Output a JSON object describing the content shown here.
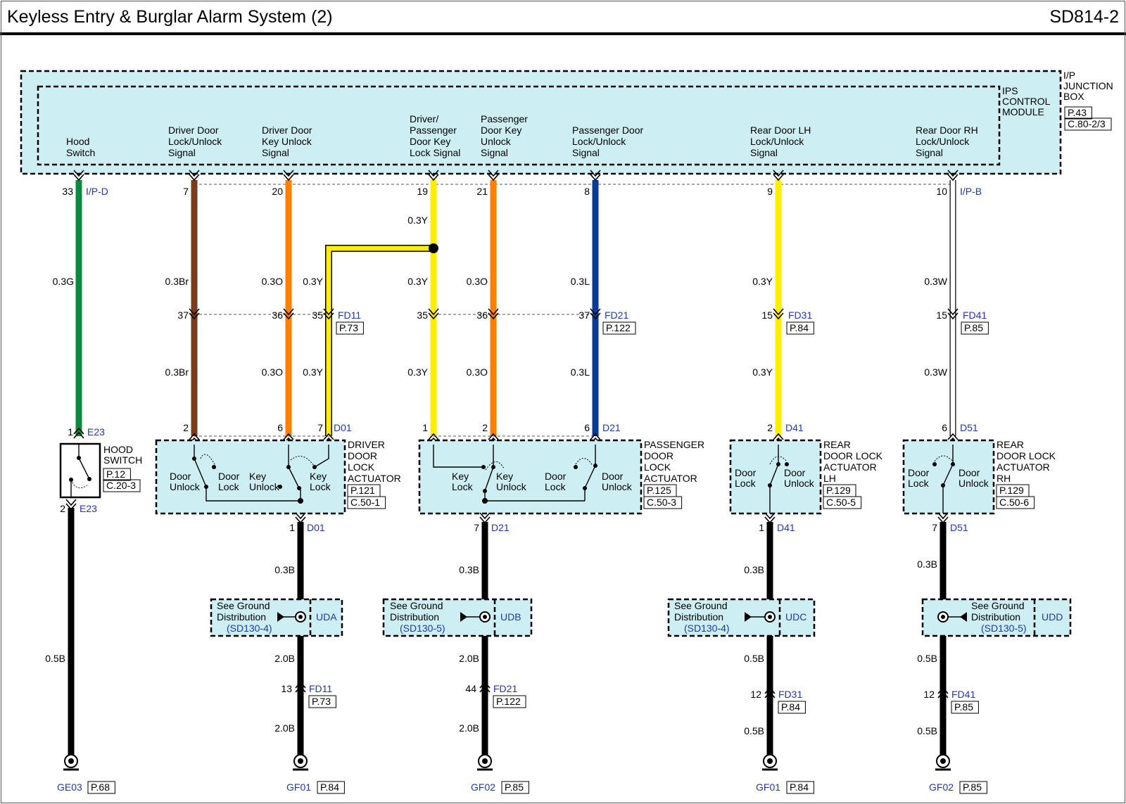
{
  "header": {
    "title": "Keyless Entry & Burglar Alarm System (2)",
    "code": "SD814-2"
  },
  "junction_box": {
    "lines": [
      "I/P",
      "JUNCTION",
      "BOX"
    ],
    "page": "P.43",
    "conn": "C.80-2/3"
  },
  "ips": {
    "lines": [
      "IPS",
      "CONTROL",
      "MODULE"
    ]
  },
  "signals": [
    {
      "id": "hood",
      "lines": [
        "Hood",
        "Switch"
      ]
    },
    {
      "id": "drv-lock",
      "lines": [
        "Driver Door",
        "Lock/Unlock",
        "Signal"
      ]
    },
    {
      "id": "drv-key",
      "lines": [
        "Driver Door",
        "Key Unlock",
        "Signal"
      ]
    },
    {
      "id": "dp-key-lock",
      "lines": [
        "Driver/",
        "Passenger",
        "Door Key",
        "Lock Signal"
      ]
    },
    {
      "id": "pass-key",
      "lines": [
        "Passenger",
        "Door Key",
        "Unlock",
        "Signal"
      ]
    },
    {
      "id": "pass-lock",
      "lines": [
        "Passenger Door",
        "Lock/Unlock",
        "Signal"
      ]
    },
    {
      "id": "rl-lock",
      "lines": [
        "Rear Door LH",
        "Lock/Unlock",
        "Signal"
      ]
    },
    {
      "id": "rr-lock",
      "lines": [
        "Rear Door RH",
        "Lock/Unlock",
        "Signal"
      ]
    }
  ],
  "pins": {
    "top": [
      "33",
      "7",
      "20",
      "19",
      "21",
      "8",
      "9",
      "10"
    ],
    "top_conn": [
      "I/P-D",
      "I/P-B"
    ],
    "mid": [
      "37",
      "36",
      "35",
      "35",
      "36",
      "37",
      "15",
      "15"
    ],
    "mid_conn": [
      {
        "name": "FD11",
        "page": "P.73"
      },
      {
        "name": "FD21",
        "page": "P.122"
      },
      {
        "name": "FD31",
        "page": "P.84"
      },
      {
        "name": "FD41",
        "page": "P.85"
      }
    ],
    "act": [
      "1",
      "2",
      "6",
      "7",
      "1",
      "2",
      "6",
      "2",
      "6"
    ]
  },
  "wires": {
    "upper": [
      "0.3G",
      "0.3Br",
      "0.3O",
      "0.3Y",
      "0.3Y",
      "0.3Y",
      "0.3O",
      "0.3L",
      "0.3Y",
      "0.3W"
    ],
    "lower": [
      "0.3Br",
      "0.3O",
      "0.3Y",
      "0.3Y",
      "0.3O",
      "0.3L",
      "0.3Y",
      "0.3W"
    ]
  },
  "colors": {
    "green": "#0a8a3c",
    "brown": "#7a3c1e",
    "orange": "#ff7f00",
    "yellow": "#ffee00",
    "blue": "#0a3a9a",
    "white": "#ffffff",
    "black": "#000000",
    "module_fill": "#cdeef2",
    "link_blue": "#1f37b4"
  },
  "hood_switch": {
    "lines": [
      "HOOD",
      "SWITCH"
    ],
    "conn": "E23",
    "pin_top": "1",
    "pin_bottom": "2",
    "page": "P.12",
    "conn_no": "C.20-3"
  },
  "actuators": [
    {
      "id": "driver",
      "lines": [
        "DRIVER",
        "DOOR",
        "LOCK",
        "ACTUATOR"
      ],
      "page": "P.121",
      "conn_no": "C.50-1",
      "conn_top": "D01",
      "conn_bottom": "D01",
      "pin_bottom": "1",
      "contacts": [
        [
          "Door",
          "Unlock"
        ],
        [
          "Door",
          "Lock"
        ],
        [
          "Key",
          "Unlock"
        ],
        [
          "Key",
          "Lock"
        ]
      ]
    },
    {
      "id": "passenger",
      "lines": [
        "PASSENGER",
        "DOOR",
        "LOCK",
        "ACTUATOR"
      ],
      "page": "P.125",
      "conn_no": "C.50-3",
      "conn_top": "D21",
      "conn_bottom": "D21",
      "pin_bottom": "7",
      "contacts": [
        [
          "Key",
          "Lock"
        ],
        [
          "Key",
          "Unlock"
        ],
        [
          "Door",
          "Lock"
        ],
        [
          "Door",
          "Unlock"
        ]
      ]
    },
    {
      "id": "rear-lh",
      "lines": [
        "REAR",
        "DOOR LOCK",
        "ACTUATOR",
        "LH"
      ],
      "page": "P.129",
      "conn_no": "C.50-5",
      "conn_top": "D41",
      "conn_bottom": "D41",
      "pin_bottom": "1",
      "contacts": [
        [
          "Door",
          "Lock"
        ],
        [
          "Door",
          "Unlock"
        ]
      ]
    },
    {
      "id": "rear-rh",
      "lines": [
        "REAR",
        "DOOR LOCK",
        "ACTUATOR",
        "RH"
      ],
      "page": "P.129",
      "conn_no": "C.50-6",
      "conn_top": "D51",
      "conn_bottom": "D51",
      "pin_bottom": "7",
      "contacts": [
        [
          "Door",
          "Lock"
        ],
        [
          "Door",
          "Unlock"
        ]
      ]
    }
  ],
  "ground_boxes": [
    {
      "lines": [
        "See Ground",
        "Distribution"
      ],
      "ref": "(SD130-4)",
      "splice": "UDA"
    },
    {
      "lines": [
        "See Ground",
        "Distribution"
      ],
      "ref": "(SD130-5)",
      "splice": "UDB"
    },
    {
      "lines": [
        "See Ground",
        "Distribution"
      ],
      "ref": "(SD130-4)",
      "splice": "UDC"
    },
    {
      "lines": [
        "See Ground",
        "Distribution"
      ],
      "ref": "(SD130-5)",
      "splice": "UDD"
    }
  ],
  "ground_wires": {
    "hood": "0.5B",
    "columns": [
      {
        "upper": "0.3B",
        "lower1": "2.0B",
        "pin": "13",
        "conn": "FD11",
        "page": "P.73",
        "lower2": "2.0B"
      },
      {
        "upper": "0.3B",
        "lower1": "2.0B",
        "pin": "44",
        "conn": "FD21",
        "page": "P.122",
        "lower2": "2.0B"
      },
      {
        "upper": "0.3B",
        "lower1": "0.5B",
        "pin": "12",
        "conn": "FD31",
        "page": "P.84",
        "lower2": "0.5B"
      },
      {
        "upper": "0.3B",
        "lower1": "0.5B",
        "pin": "12",
        "conn": "FD41",
        "page": "P.85",
        "lower2": "0.5B"
      }
    ]
  },
  "grounds": [
    {
      "name": "GE03",
      "page": "P.68"
    },
    {
      "name": "GF01",
      "page": "P.84"
    },
    {
      "name": "GF02",
      "page": "P.85"
    },
    {
      "name": "GF01",
      "page": "P.84"
    },
    {
      "name": "GF02",
      "page": "P.85"
    }
  ]
}
